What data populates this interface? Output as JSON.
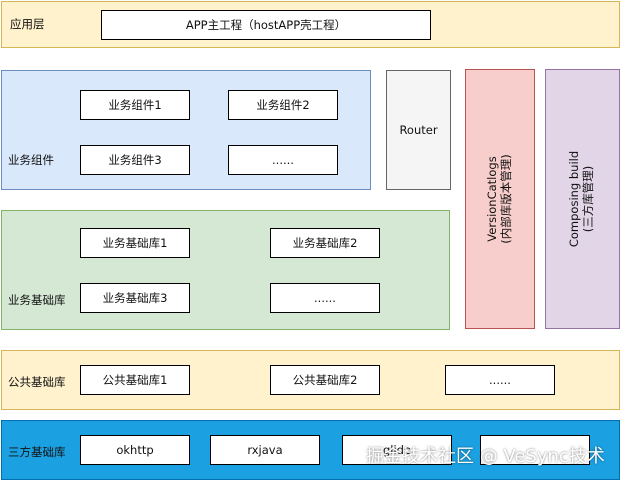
{
  "app_layer": {
    "label": "应用层",
    "box": "APP主工程（hostAPP壳工程）"
  },
  "business_layer": {
    "label": "业务组件",
    "boxes": [
      "业务组件1",
      "业务组件2",
      "业务组件3",
      "......"
    ]
  },
  "business_base_layer": {
    "label": "业务基础库",
    "boxes": [
      "业务基础库1",
      "业务基础库2",
      "业务基础库3",
      "......"
    ]
  },
  "router": {
    "label": "Router"
  },
  "version_catalogs": {
    "line1": "VersionCatlogs",
    "line2": "(内部库版本管理)"
  },
  "composing_build": {
    "line1": "Composing build",
    "line2": "(三方库管理)"
  },
  "public_layer": {
    "label": "公共基础库",
    "boxes": [
      "公共基础库1",
      "公共基础库2",
      "......"
    ]
  },
  "third_party_layer": {
    "label": "三方基础库",
    "boxes": [
      "okhttp",
      "rxjava",
      "glide",
      ""
    ]
  },
  "watermark": "掘金技术社区 @ VeSync技术",
  "colors": {
    "app_fill": "#fff2cc",
    "app_border": "#d6b656",
    "business_fill": "#dae8fc",
    "business_border": "#6c8ebf",
    "base_fill": "#d5e8d4",
    "base_border": "#82b366",
    "router_fill": "#f5f5f5",
    "router_border": "#666666",
    "version_fill": "#f8cecc",
    "version_border": "#b85450",
    "composing_fill": "#e1d5e7",
    "composing_border": "#9673a6",
    "third_fill": "#1ba1e2",
    "third_border": "#006eaf"
  }
}
